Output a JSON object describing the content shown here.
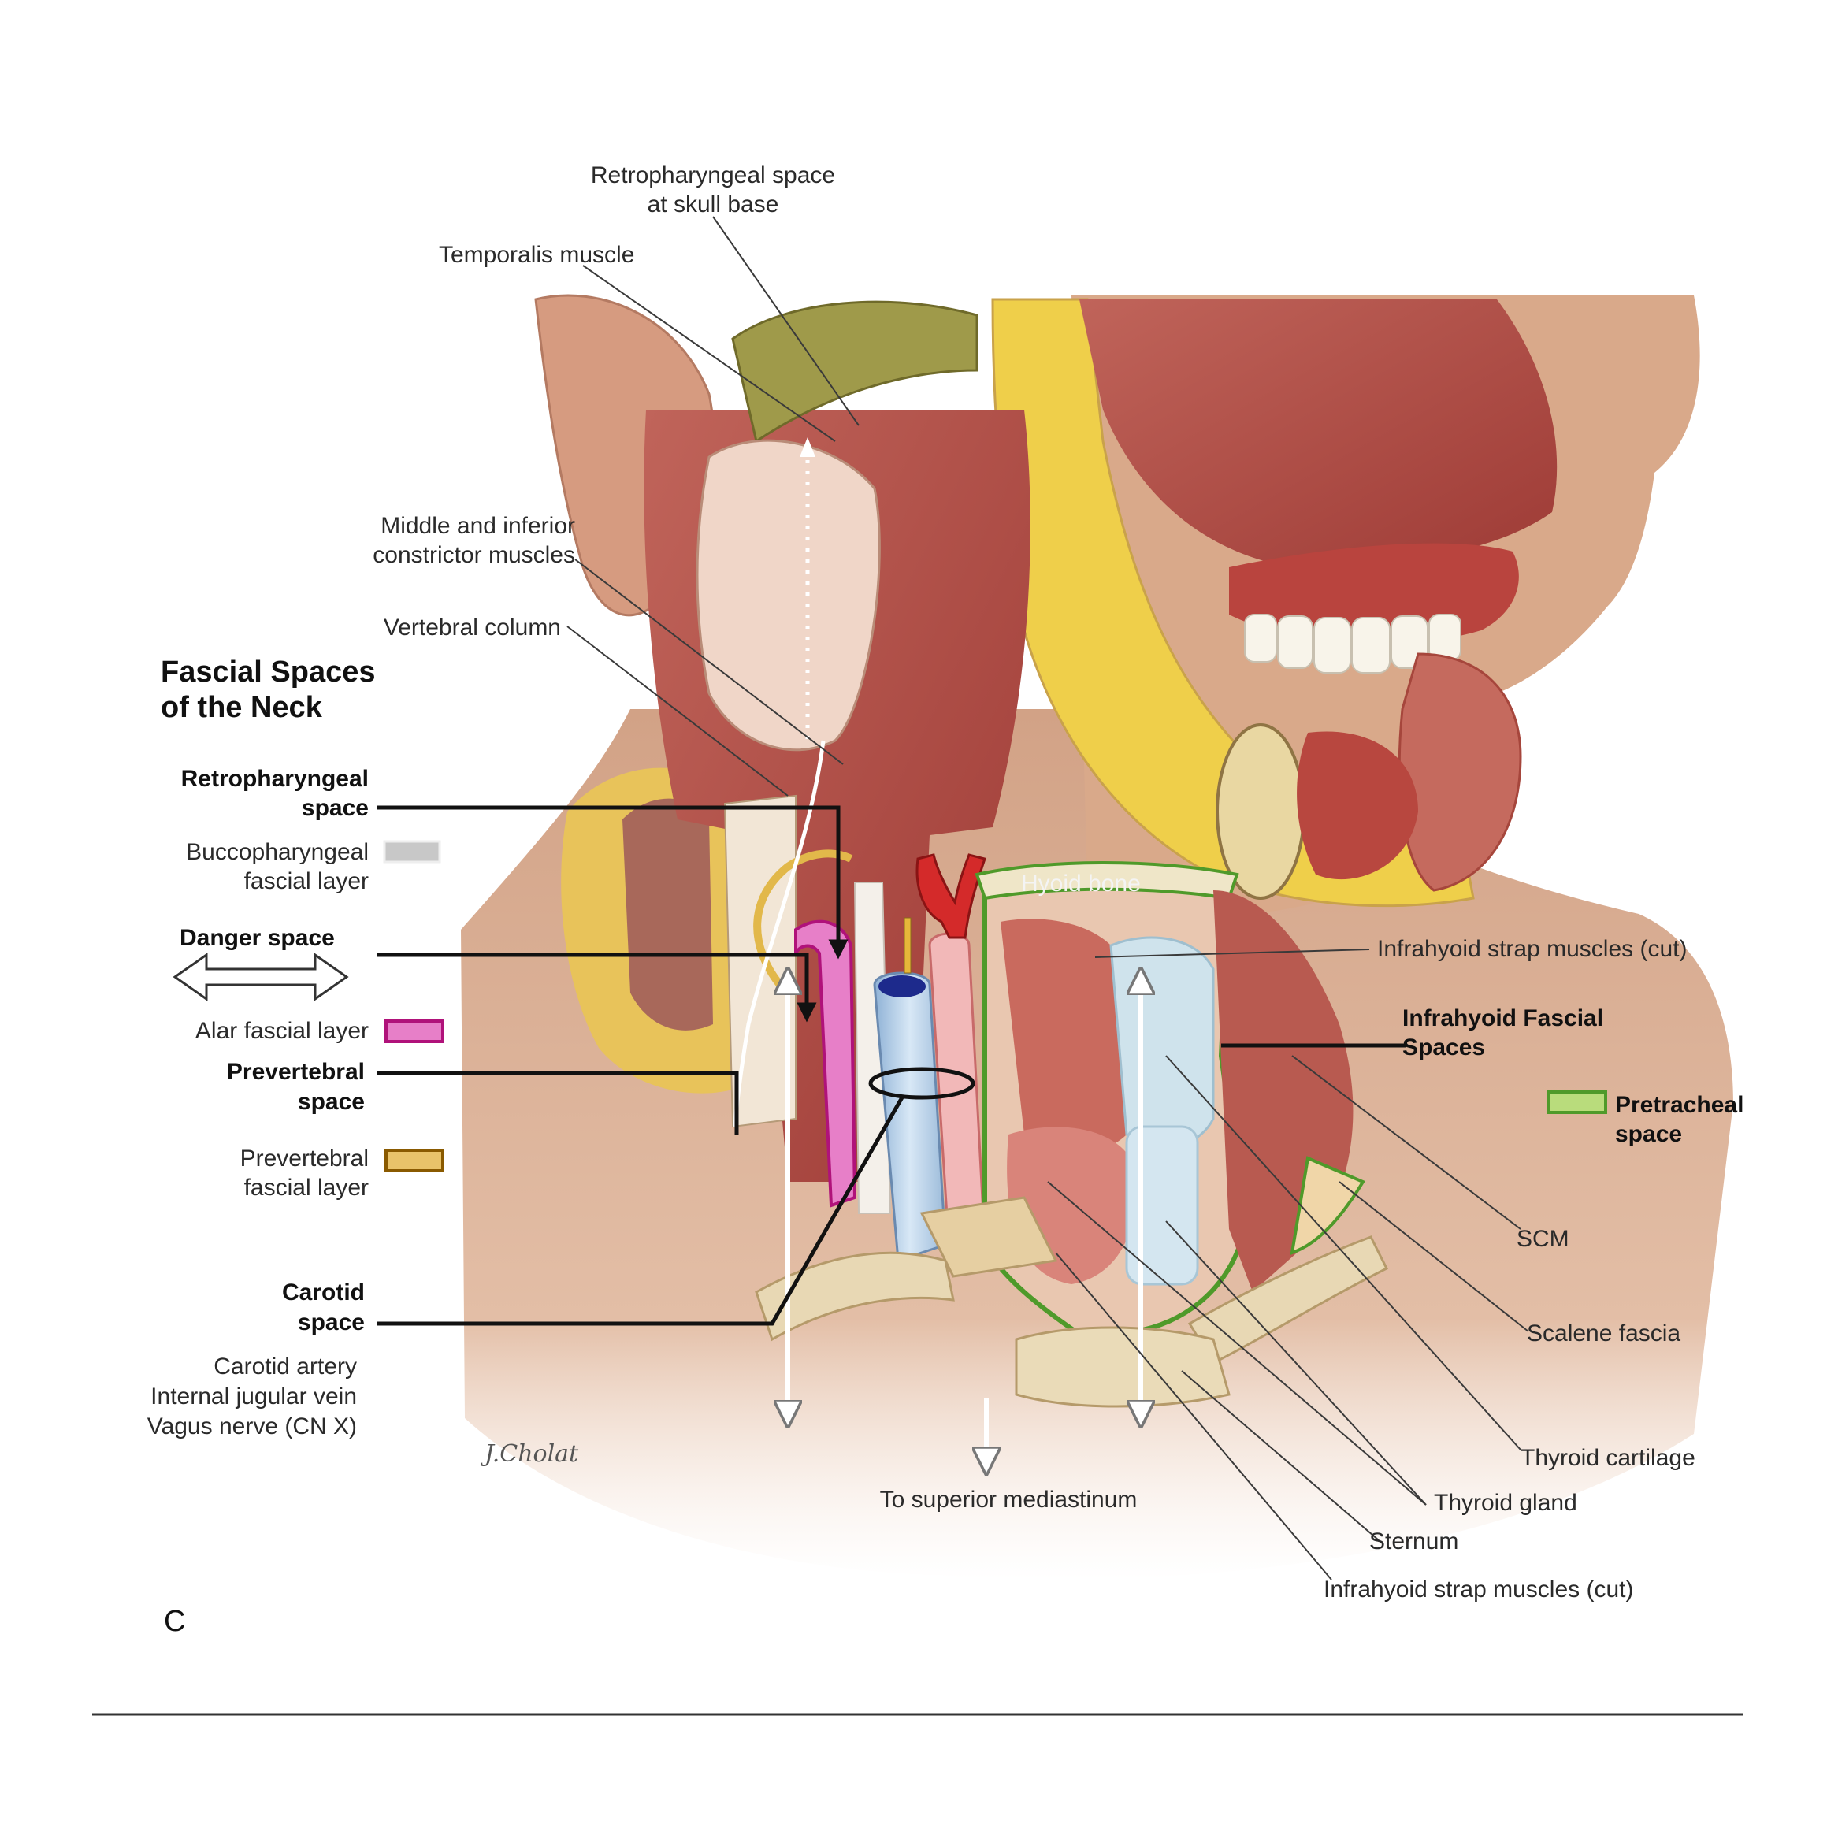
{
  "title": [
    "Fascial Spaces",
    "of the Neck"
  ],
  "panel_letter": "C",
  "signature": "J.Cholat",
  "legend": {
    "retropharyngeal_space": [
      "Retropharyngeal",
      "space"
    ],
    "buccopharyngeal_layer": [
      "Buccopharyngeal",
      "fascial layer"
    ],
    "danger_space": "Danger space",
    "alar_layer": "Alar fascial layer",
    "prevertebral_space": [
      "Prevertebral",
      "space"
    ],
    "prevertebral_layer": [
      "Prevertebral",
      "fascial layer"
    ],
    "carotid_space": [
      "Carotid",
      "space"
    ],
    "carotid_contents": [
      "Carotid artery",
      "Internal jugular vein",
      "Vagus nerve (CN X)"
    ],
    "infrahyoid_spaces": [
      "Infrahyoid Fascial",
      "Spaces"
    ],
    "pretracheal_space": [
      "Pretracheal",
      "space"
    ]
  },
  "labels": {
    "retropharyngeal_skull_base": [
      "Retropharyngeal space",
      "at skull base"
    ],
    "temporalis": "Temporalis muscle",
    "constrictors": [
      "Middle and inferior",
      "constrictor muscles"
    ],
    "vertebral_column": "Vertebral column",
    "hyoid_bone": "Hyoid bone",
    "infrahyoid_strap_top": "Infrahyoid strap muscles (cut)",
    "scm": "SCM",
    "scalene_fascia": "Scalene fascia",
    "thyroid_cartilage": "Thyroid cartilage",
    "thyroid_gland": "Thyroid gland",
    "sternum": "Sternum",
    "infrahyoid_strap_bottom": "Infrahyoid strap muscles (cut)",
    "superior_mediastinum": "To superior mediastinum"
  },
  "colors": {
    "buccopharyngeal": "#c8c8c8",
    "alar": "#e77fc8",
    "alar_border": "#b0127a",
    "prevertebral": "#e9c36a",
    "prevertebral_border": "#8a5a00",
    "pretracheal": "#b9dc7c",
    "pretracheal_border": "#4f9a2a",
    "skin": "#d9a98a",
    "muscle": "#b9504a"
  }
}
